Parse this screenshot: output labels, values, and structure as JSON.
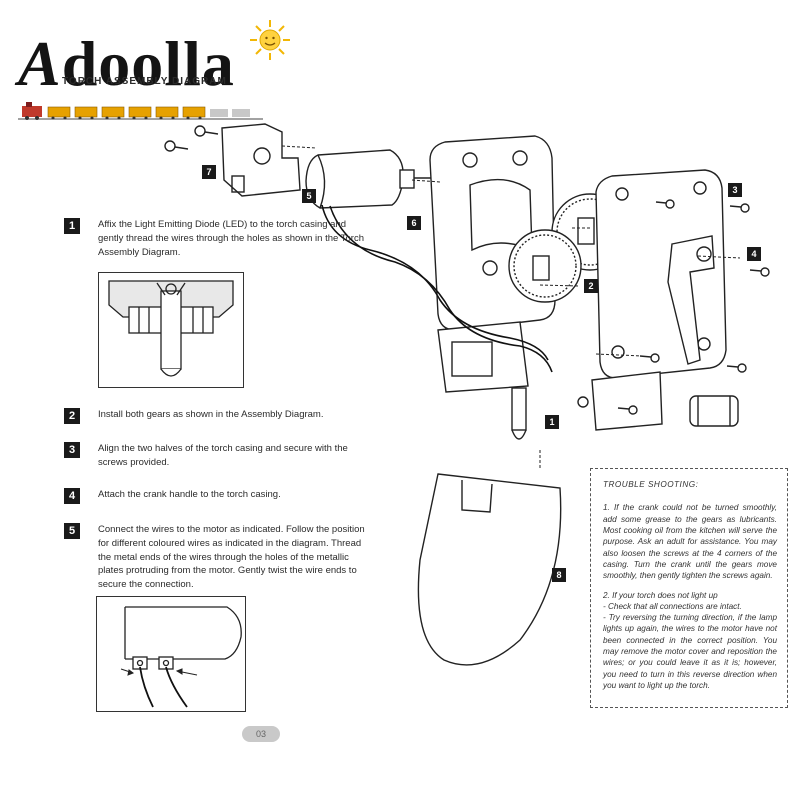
{
  "logo": {
    "text": "Adoolla"
  },
  "diagram_title": "TORCH ASSEMBLY DIAGRAM",
  "steps": [
    {
      "num": "1",
      "text": "Affix the Light Emitting Diode (LED) to the torch casing and gently thread the wires through the holes as shown in the Torch Assembly Diagram."
    },
    {
      "num": "2",
      "text": "Install both gears as shown in the Assembly Diagram."
    },
    {
      "num": "3",
      "text": "Align the two halves of the torch casing and secure with the screws provided."
    },
    {
      "num": "4",
      "text": "Attach the crank handle to the torch casing."
    },
    {
      "num": "5",
      "text": "Connect the wires to the motor as indicated. Follow the position for different coloured wires as indicated in the diagram. Thread the metal ends of the wires through the holes of the metallic plates protruding from the motor. Gently twist the wire ends to secure the connection."
    }
  ],
  "callouts": [
    "1",
    "2",
    "3",
    "4",
    "5",
    "6",
    "7",
    "8"
  ],
  "trouble": {
    "heading": "TROUBLE SHOOTING:",
    "p1": "1. If the crank could not be turned smoothly, add some grease to the gears as lubricants. Most cooking oil from the kitchen will serve the purpose. Ask an adult for assistance. You may also loosen the screws at the 4 corners of the casing. Turn the crank until the gears move smoothly, then gently tighten the screws again.",
    "p2a": "2. If your torch does not light up",
    "p2b": "- Check that all connections are intact.",
    "p2c": "- Try reversing the turning direction, if the lamp lights up again, the wires to the motor have not been connected in the correct position. You may remove the motor cover and reposition the wires; or you could leave it as it is; however, you need to turn in this reverse direction when you want to light up the torch."
  },
  "page_number": "03"
}
